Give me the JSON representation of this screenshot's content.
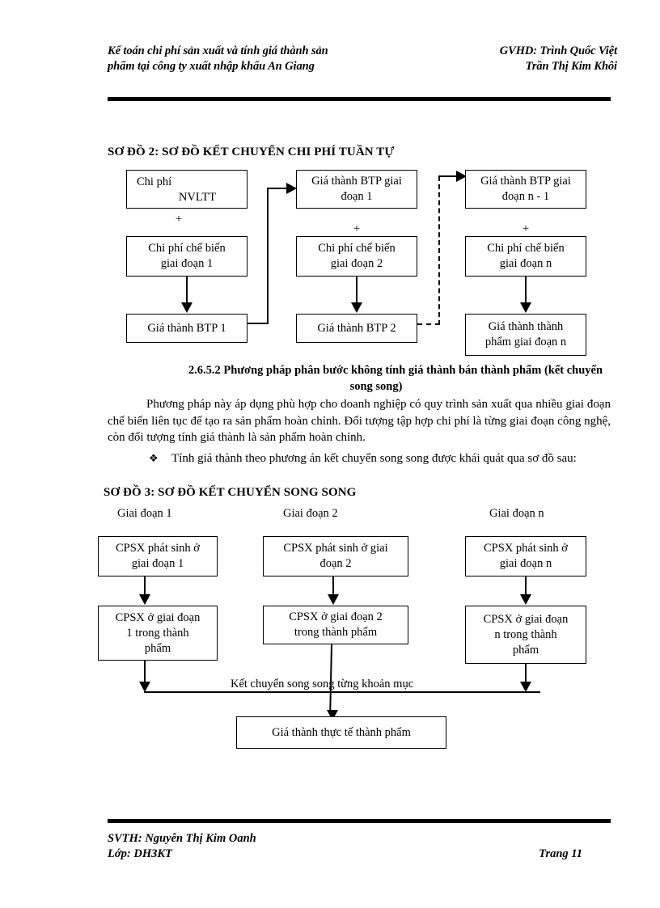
{
  "header": {
    "left_line1": "Kế toán chi phí sản xuất và tính giá thành sản",
    "left_line2": "phẩm tại công ty xuất nhập khẩu An Giang",
    "right_line1": "GVHD: Trình Quốc Việt",
    "right_line2": "Trần Thị Kim Khôi"
  },
  "diagram2": {
    "title": "SƠ ĐỒ 2: SƠ ĐỒ KẾT CHUYỂN CHI PHÍ TUẦN TỰ",
    "plus_symbol": "+",
    "boxes": {
      "c1_r1_line1": "Chi phí",
      "c1_r1_line2": "NVLTT",
      "c1_r2": "Chi phí chế biến\ngiai đoạn 1",
      "c1_r3": "Giá thành BTP 1",
      "c2_r1": "Giá thành BTP giai\nđoạn 1",
      "c2_r2": "Chi phí chế biến\ngiai đoạn 2",
      "c2_r3": "Giá thành BTP 2",
      "c3_r1": "Giá thành BTP giai\nđoạn n - 1",
      "c3_r2": "Chi phí chế biến\ngiai đoạn n",
      "c3_r3": "Giá thành thành\nphẩm giai đoạn n"
    }
  },
  "section": {
    "subhead": "2.6.5.2 Phương pháp phân bước không tính giá thành bán thành phẩm (kết chuyển song song)",
    "paragraph": "Phương pháp này áp dụng phù hợp cho doanh nghiệp có quy trình sản xuất qua nhiều giai đoạn chế biến liên tục để tạo ra sản phẩm hoàn chỉnh. Đối tượng tập hợp chi phí là từng giai đoạn công nghệ, còn đối tượng tính giá thành là sản phẩm hoàn chỉnh.",
    "bullet_glyph": "❖",
    "bullet_text": "Tính giá thành theo phương án kết chuyển song song được khái quát qua sơ đồ sau:"
  },
  "diagram3": {
    "title": "SƠ ĐỒ 3: SƠ ĐỒ KẾT CHUYỂN SONG SONG",
    "stage_labels": [
      "Giai đoạn 1",
      "Giai đoạn 2",
      "Giai đoạn n"
    ],
    "boxes": {
      "c1_r1": "CPSX phát sinh ở\ngiai đoạn 1",
      "c1_r2": "CPSX ở giai đoạn\n1 trong thành\nphẩm",
      "c2_r1": "CPSX phát sinh ở giai\nđoạn 2",
      "c2_r2": "CPSX ở giai đoạn 2\ntrong thành phẩm",
      "c3_r1": "CPSX phát sinh ở\ngiai đoạn n",
      "c3_r2": "CPSX ở giai đoạn\nn trong thành\nphẩm",
      "final": "Giá thành thực tế thành phẩm"
    },
    "edge_label": "Kết chuyển song song từng khoản mục"
  },
  "footer": {
    "line1": "SVTH: Nguyễn Thị Kim Oanh",
    "line2": "Lớp: DH3KT",
    "page": "Trang 11"
  }
}
